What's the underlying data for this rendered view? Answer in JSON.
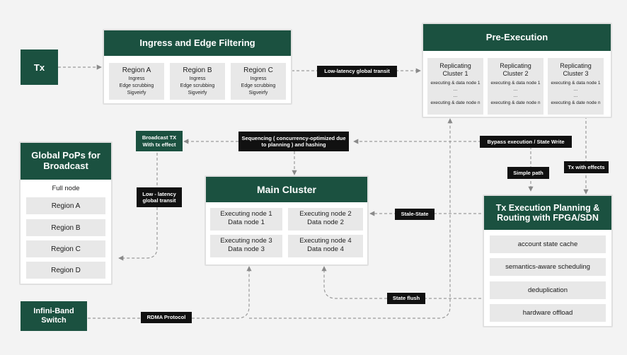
{
  "tx": {
    "label": "Tx"
  },
  "ingress": {
    "title": "Ingress and Edge Filtering",
    "regions": [
      {
        "name": "Region A",
        "lines": [
          "Ingress",
          "Edge scrubbing",
          "Sigveirfy"
        ]
      },
      {
        "name": "Region B",
        "lines": [
          "Ingress",
          "Edge scrubbing",
          "Sigveirfy"
        ]
      },
      {
        "name": "Region C",
        "lines": [
          "Ingress",
          "Edge scrubbing",
          "Sigveirfy"
        ]
      }
    ]
  },
  "pre_execution": {
    "title": "Pre-Execution",
    "clusters": [
      {
        "name": "Replicating Cluster 1",
        "first": "executing & data node 1",
        "dots1": "...",
        "dots2": "...",
        "last": "executing & date node n"
      },
      {
        "name": "Replicating Cluster 2",
        "first": "executing & data node 1",
        "dots1": "...",
        "dots2": "...",
        "last": "executing & date node n"
      },
      {
        "name": "Replicating Cluster 3",
        "first": "executing & data node 1",
        "dots1": "...",
        "dots2": "...",
        "last": "executing & date node n"
      }
    ]
  },
  "global_pops": {
    "title": "Global PoPs for Broadcast",
    "full_node": "Full node",
    "regions": [
      "Region A",
      "Region B",
      "Region C",
      "Region D"
    ]
  },
  "main_cluster": {
    "title": "Main Cluster",
    "nodes": [
      {
        "exec": "Executing node 1",
        "data": "Data node 1"
      },
      {
        "exec": "Executing node 2",
        "data": "Data node 2"
      },
      {
        "exec": "Executing node 3",
        "data": "Data node 3"
      },
      {
        "exec": "Executing node 4",
        "data": "Data node 4"
      }
    ]
  },
  "tx_planning": {
    "title": "Tx Execution Planning & Routing with FPGA/SDN",
    "items": [
      "account state cache",
      "semantics-aware scheduling",
      "deduplication",
      "hardware offload"
    ]
  },
  "infiniband": {
    "label": "Infini-Band Switch"
  },
  "labels": {
    "low_latency_transit": "Low-latency global transit",
    "sequencing": "Sequencing ( concurrency-optimized due to planning ) and hashing",
    "bypass": "Bypass execution / State Write",
    "simple_path": "Simple path",
    "tx_with_effects": "Tx with effects",
    "stale_state": "Stale-State",
    "state_flush": "State flush",
    "rdma": "RDMA Protocol",
    "low_latency_global": "Low - latency global transit",
    "broadcast_tx": "Broadcast TX With tx effect"
  },
  "colors": {
    "brand_green": "#1b5140",
    "tag_black": "#111111",
    "cell_gray": "#e8e8e8"
  }
}
